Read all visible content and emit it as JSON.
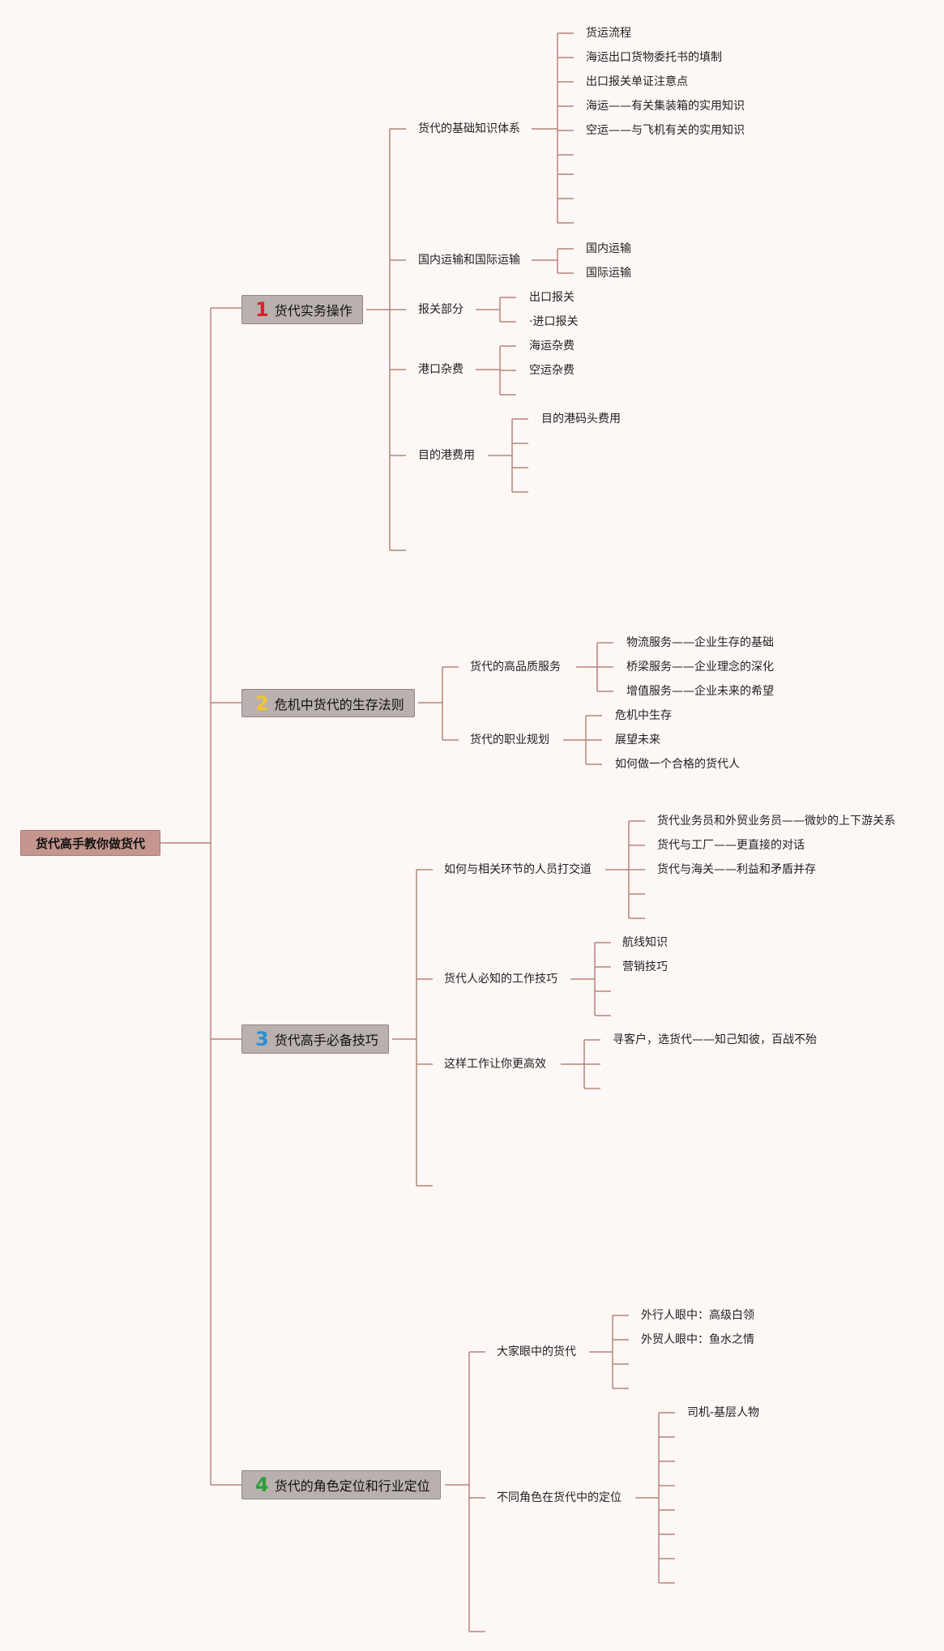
{
  "root": {
    "label": "货代高手教你做货代"
  },
  "branches": [
    {
      "number": "1",
      "number_color": "#d8232a",
      "label": "货代实务操作",
      "children": [
        {
          "label": "货代的基础知识体系",
          "items": [
            "货运流程",
            "海运出口货物委托书的填制",
            "出口报关单证注意点",
            "海运——有关集装箱的实用知识",
            "空运——与飞机有关的实用知识"
          ]
        },
        {
          "label": "国内运输和国际运输",
          "items": [
            "国内运输",
            "国际运输"
          ]
        },
        {
          "label": "报关部分",
          "items": [
            "出口报关",
            "·进口报关"
          ]
        },
        {
          "label": "港口杂费",
          "items": [
            "海运杂费",
            "空运杂费"
          ]
        },
        {
          "label": "目的港费用",
          "items": [
            "目的港码头费用"
          ]
        }
      ]
    },
    {
      "number": "2",
      "number_color": "#f2c432",
      "label": "危机中货代的生存法则",
      "children": [
        {
          "label": "货代的高品质服务",
          "items": [
            "物流服务——企业生存的基础",
            "桥梁服务——企业理念的深化",
            "增值服务——企业未来的希望"
          ]
        },
        {
          "label": "货代的职业规划",
          "items": [
            "危机中生存",
            "展望未来",
            "如何做一个合格的货代人"
          ]
        }
      ]
    },
    {
      "number": "3",
      "number_color": "#2b8fd6",
      "label": "货代高手必备技巧",
      "children": [
        {
          "label": "如何与相关环节的人员打交道",
          "items": [
            "货代业务员和外贸业务员——微妙的上下游关系",
            "货代与工厂——更直接的对话",
            "货代与海关——利益和矛盾并存"
          ]
        },
        {
          "label": "货代人必知的工作技巧",
          "items": [
            "航线知识",
            "营销技巧"
          ]
        },
        {
          "label": "这样工作让你更高效",
          "items": [
            "寻客户，选货代——知己知彼，百战不殆"
          ]
        }
      ]
    },
    {
      "number": "4",
      "number_color": "#2e9e3a",
      "label": "货代的角色定位和行业定位",
      "children": [
        {
          "label": "大家眼中的货代",
          "items": [
            "外行人眼中：高级白领",
            "外贸人眼中：鱼水之情"
          ]
        },
        {
          "label": "不同角色在货代中的定位",
          "items": [
            "司机-基层人物"
          ]
        }
      ]
    }
  ]
}
